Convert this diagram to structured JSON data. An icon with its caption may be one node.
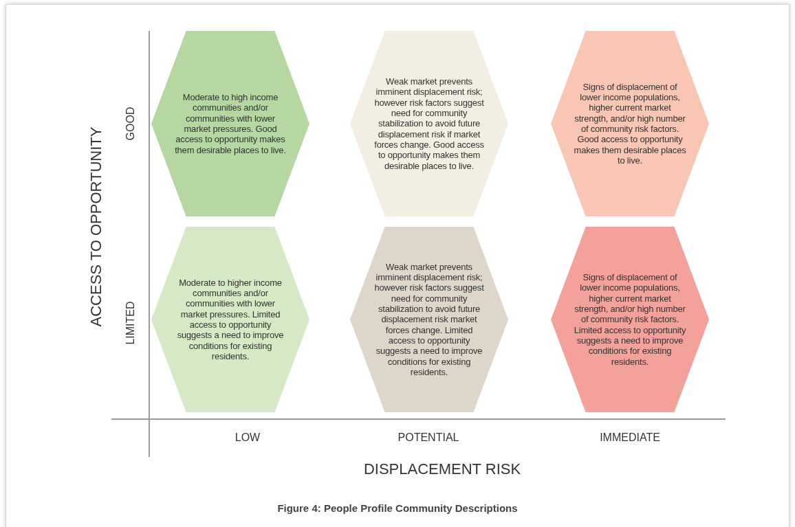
{
  "diagram": {
    "caption": "Figure 4: People Profile Community Descriptions",
    "nodes": [
      {
        "text": [
          "Moderate to high income communities and/or communities with lower market pressures. Good access to opportunity makes them desirable places to live."
        ]
      },
      {
        "text": [
          "Weak market prevents imminent displacement risk; however risk factors suggest need for community stabilization to avoid future displacement risk if market forces change. Good access to opportunity makes them desirable places to live."
        ]
      },
      {
        "text": [
          "Signs of displacement of lower income populations, higher current market strength, and/or high number of community risk factors. Good access to opportunity makes them desirable places to live."
        ]
      },
      {
        "text": [
          "Moderate to higher income communities and/or communities with lower market pressures. Limited access to opportunity suggests a need to improve conditions for existing residents."
        ]
      },
      {
        "text": [
          "Weak market prevents imminent displacement risk; however risk factors suggest need for community stabilization to avoid future displacement risk market forces change. Limited access to opportunity suggests a need to improve conditions for existing residents."
        ]
      },
      {
        "text": [
          "Signs of displacement of lower income populations, higher current market strength, and/or high number of community risk factors. Limited access to opportunity suggests a need to improve conditions for existing residents."
        ]
      }
    ],
    "labels": [
      "ACCESS TO OPPORTUNITY",
      "GOOD",
      "LIMITED",
      "LOW",
      "POTENTIAL",
      "IMMEDIATE",
      "DISPLACEMENT RISK"
    ]
  }
}
